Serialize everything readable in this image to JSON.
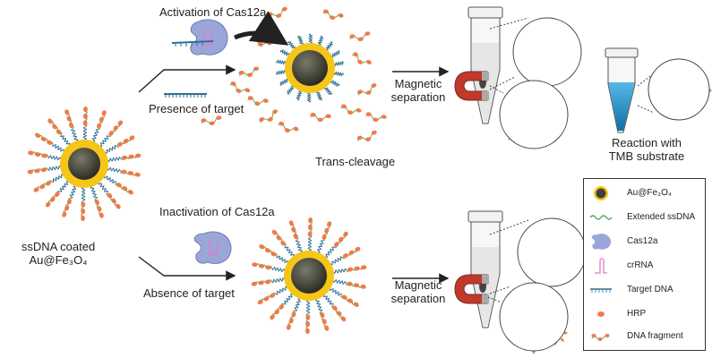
{
  "labels": {
    "activation": "Activation of Cas12a",
    "presence": "Presence of target",
    "magnetic_top_1": "Magnetic",
    "magnetic_top_2": "separation",
    "trans_cleavage": "Trans-cleavage",
    "reaction_1": "Reaction with",
    "reaction_2": "TMB substrate",
    "inactivation": "Inactivation of Cas12a",
    "ssdna_1": "ssDNA coated",
    "ssdna_2": "Au@Fe₃O₄",
    "absence": "Absence of target",
    "magnetic_bot_1": "Magnetic",
    "magnetic_bot_2": "separation"
  },
  "legend": [
    {
      "icon": "au-fe3o4-particle-icon",
      "text": "Au@Fe₃O₄"
    },
    {
      "icon": "extended-ssdna-icon",
      "text": "Extended ssDNA"
    },
    {
      "icon": "cas12a-icon",
      "text": "Cas12a"
    },
    {
      "icon": "crrna-icon",
      "text": "crRNA"
    },
    {
      "icon": "target-dna-icon",
      "text": "Target DNA"
    },
    {
      "icon": "hrp-icon",
      "text": "HRP"
    },
    {
      "icon": "dna-fragment-icon",
      "text": "DNA fragment"
    }
  ],
  "colors": {
    "gold_shell": "#f5c518",
    "core": "#3f3f3f",
    "hrp": "#f07a4a",
    "ssdna": "#4caf50",
    "cas12a": "#9aa6d8",
    "crrna": "#e879c8",
    "target_dna": "#2f6f96",
    "tmb_blue": "#1e90c8",
    "magnet_red": "#c0392b"
  }
}
